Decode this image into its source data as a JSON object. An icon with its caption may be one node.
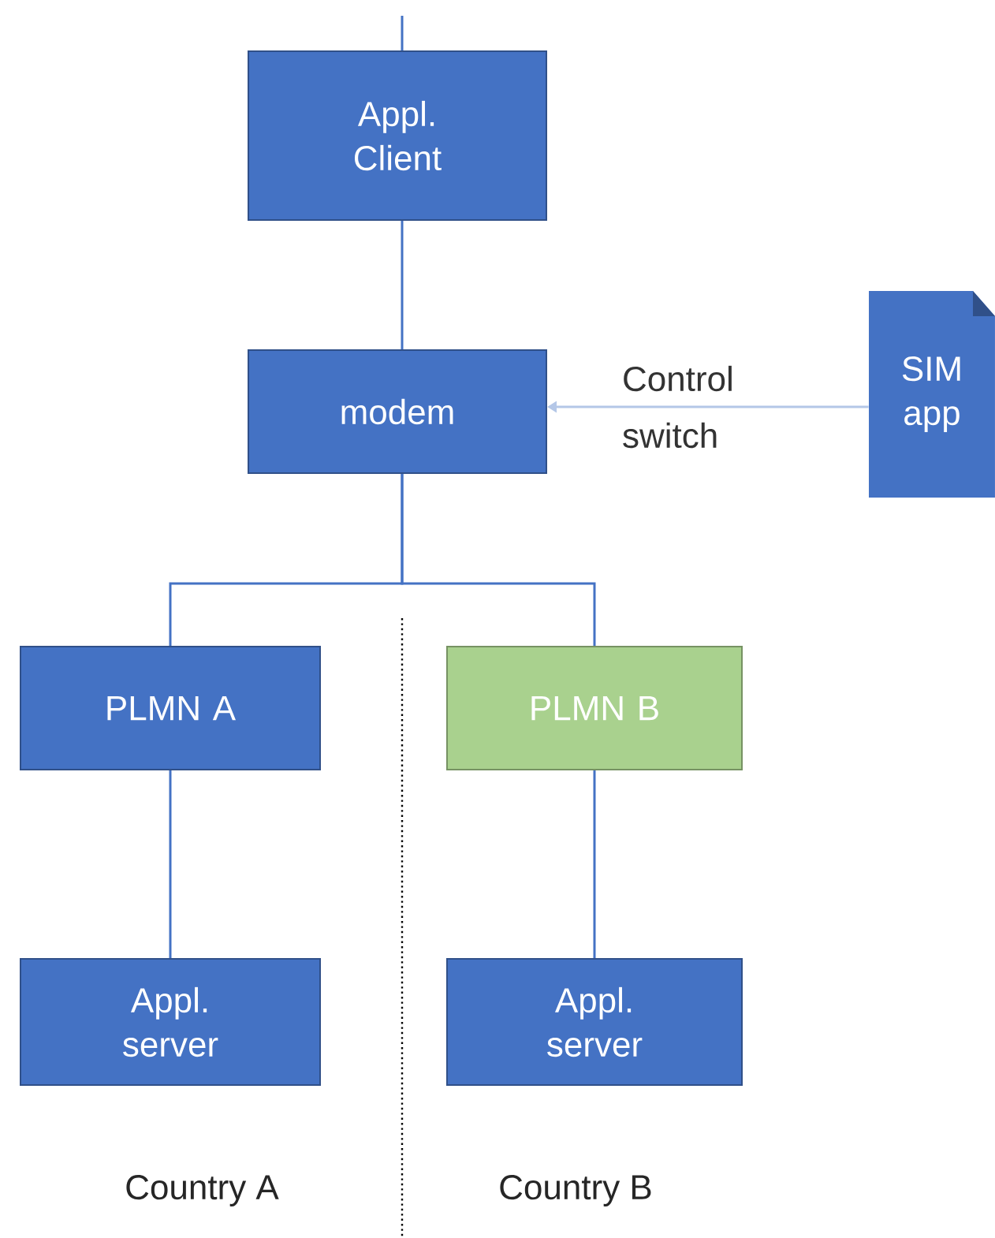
{
  "diagram": {
    "nodes": [
      {
        "text": [
          "Appl. Client"
        ]
      },
      {
        "text": [
          "modem"
        ]
      },
      {
        "text": [
          "SIM app"
        ]
      },
      {
        "text": [
          "PLMN A"
        ]
      },
      {
        "text": [
          "PLMN B"
        ]
      },
      {
        "text": [
          "Appl. server"
        ]
      },
      {
        "text": [
          "Appl. server"
        ]
      }
    ],
    "edges": [
      {
        "from": null,
        "to": 0,
        "arrow": "none"
      },
      {
        "from": 0,
        "to": 1,
        "arrow": "none"
      },
      {
        "from": 2,
        "to": 1,
        "arrow": "to",
        "label": "Control switch",
        "color": "#b4c7e7"
      },
      {
        "from": 1,
        "to": 3,
        "arrow": "none"
      },
      {
        "from": 1,
        "to": 4,
        "arrow": "none"
      },
      {
        "from": 3,
        "to": 5,
        "arrow": "none"
      },
      {
        "from": 4,
        "to": 6,
        "arrow": "none"
      }
    ],
    "labels": [
      "Country A",
      "Country B"
    ]
  }
}
